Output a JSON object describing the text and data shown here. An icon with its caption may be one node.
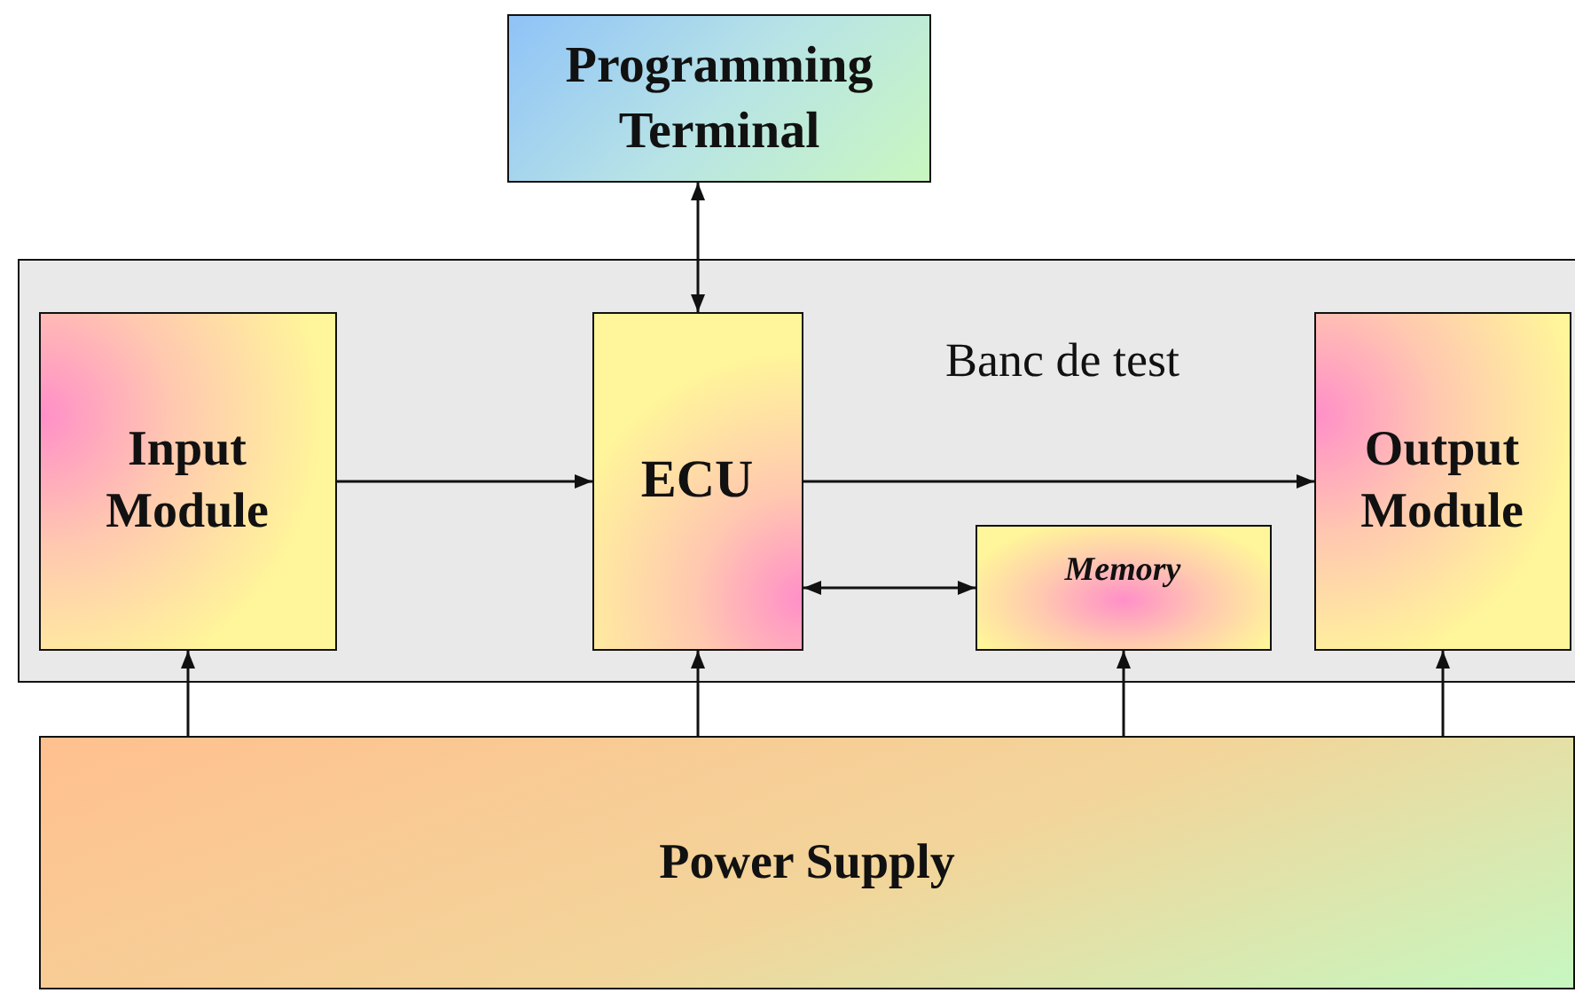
{
  "diagram": {
    "nodes": [
      {
        "text": [
          "Programming Terminal"
        ]
      },
      {
        "text": [
          "Banc de test"
        ]
      },
      {
        "text": [
          "Input Module"
        ],
        "in": 1
      },
      {
        "text": [
          "ECU"
        ],
        "in": 1
      },
      {
        "text": [
          "Memory"
        ],
        "in": 1
      },
      {
        "text": [
          "Output Module"
        ],
        "in": 1
      },
      {
        "text": [
          "Power Supply"
        ]
      }
    ],
    "edges": [
      {
        "from": 0,
        "to": 3,
        "arrow": "both"
      },
      {
        "from": 2,
        "to": 3,
        "arrow": "to"
      },
      {
        "from": 3,
        "to": 5,
        "arrow": "to"
      },
      {
        "from": 3,
        "to": 4,
        "arrow": "both"
      },
      {
        "from": 6,
        "to": 2,
        "arrow": "to"
      },
      {
        "from": 6,
        "to": 3,
        "arrow": "to"
      },
      {
        "from": 6,
        "to": 4,
        "arrow": "to"
      },
      {
        "from": 6,
        "to": 5,
        "arrow": "to"
      }
    ]
  }
}
